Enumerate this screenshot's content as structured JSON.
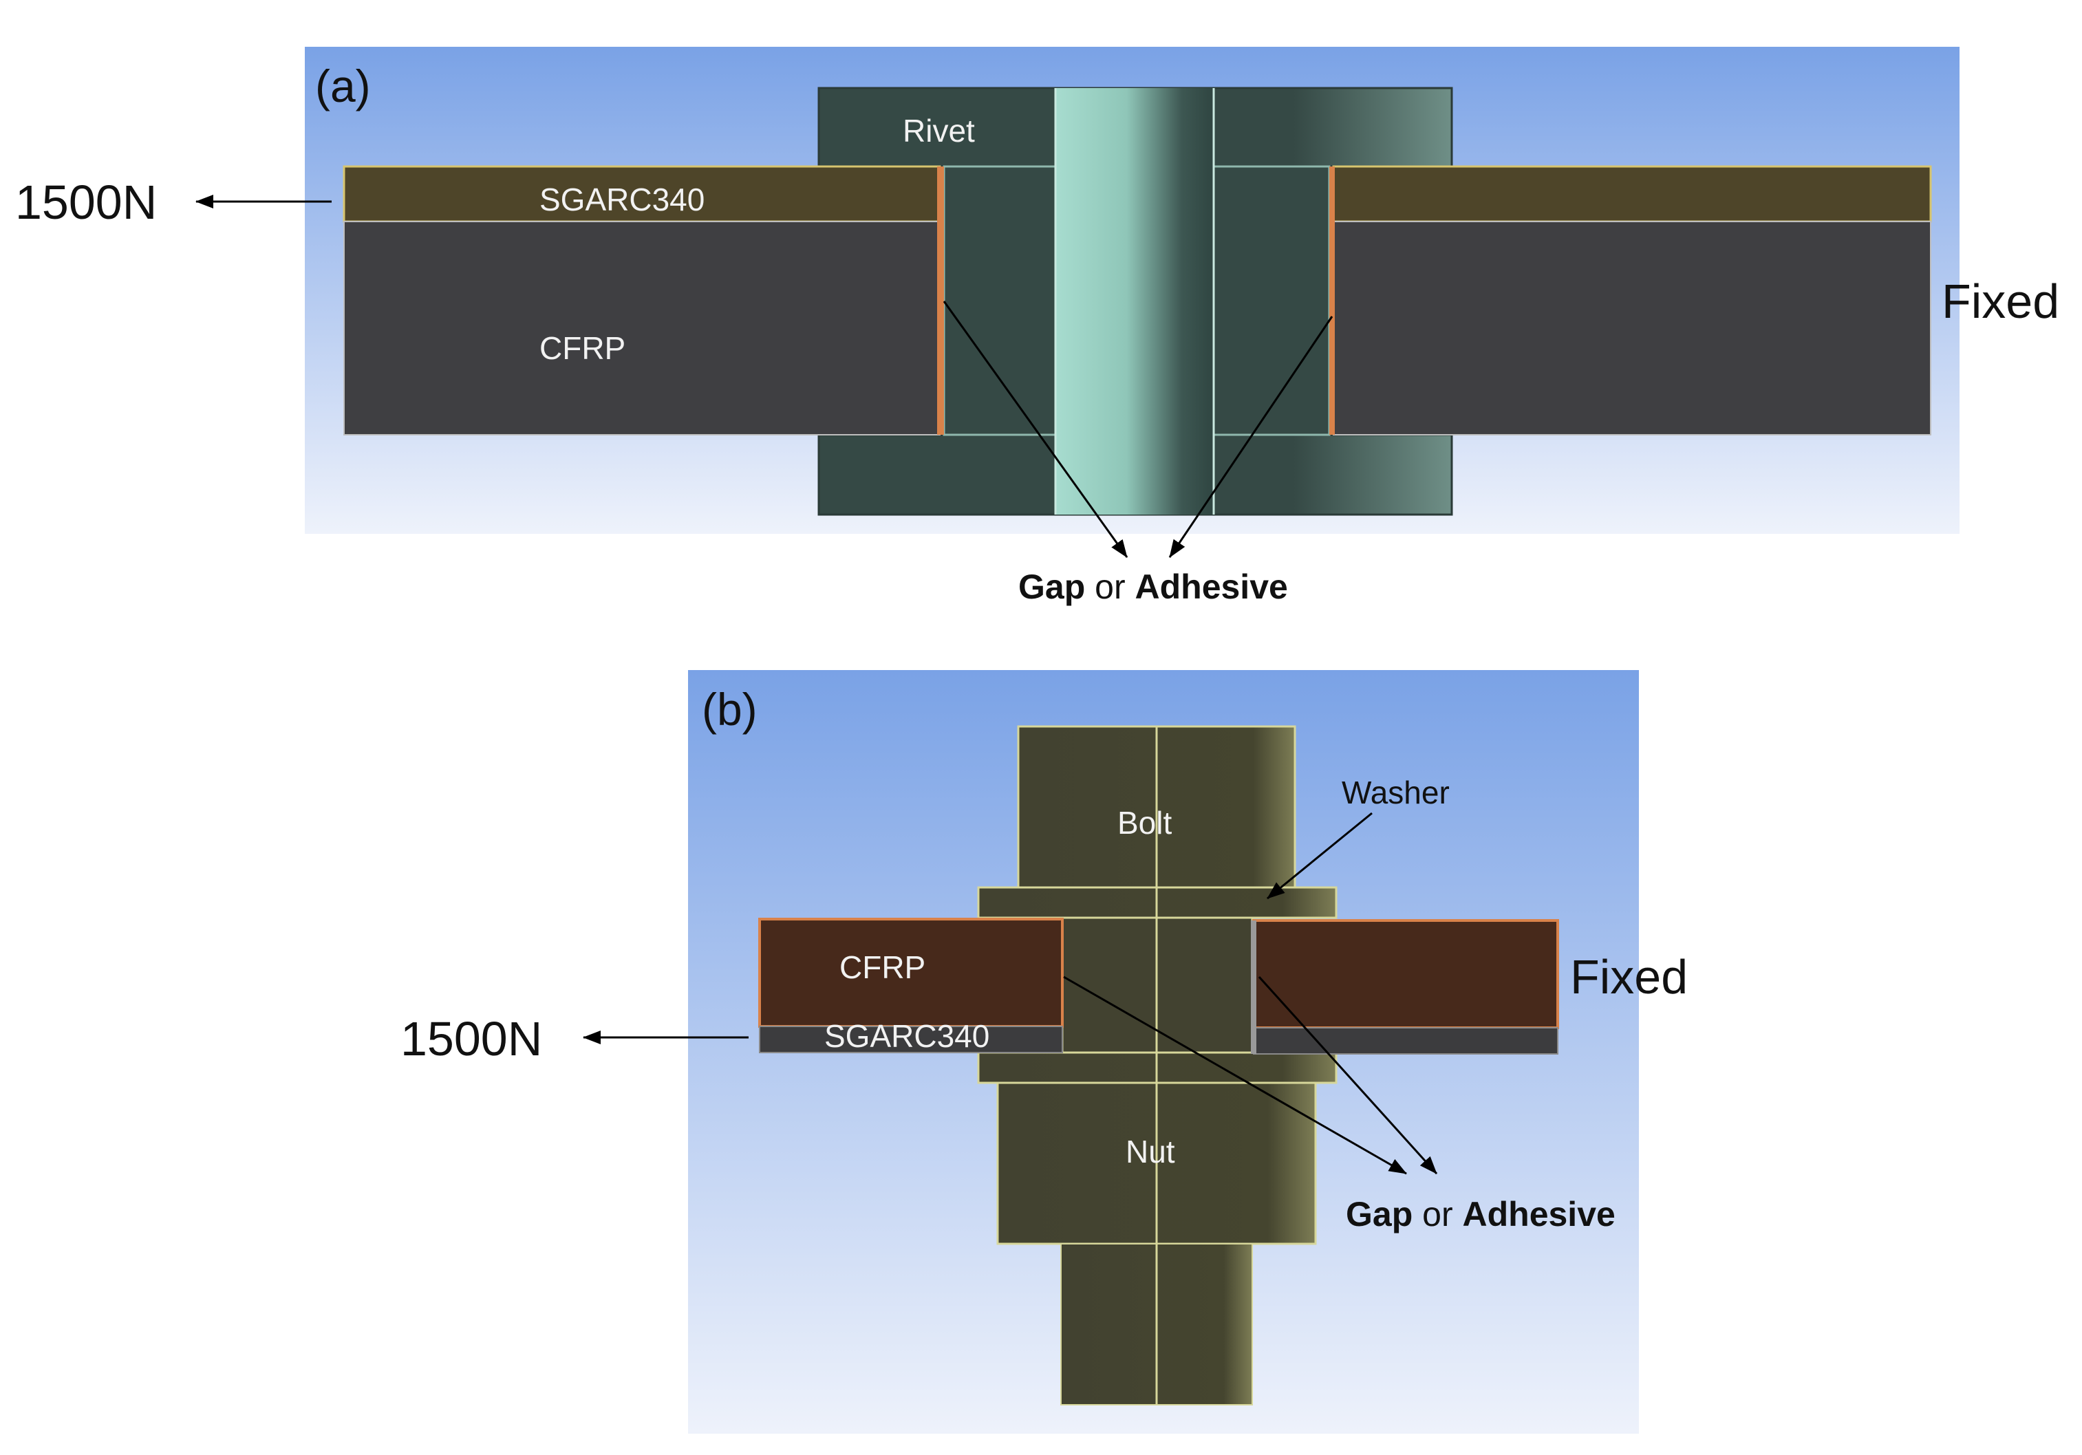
{
  "panels": [
    {
      "label": "(a)",
      "load": "1500N",
      "boundary": "Fixed",
      "parts": {
        "fastener": "Rivet",
        "top_layer": "SGARC340",
        "bottom_layer": "CFRP"
      },
      "callout": {
        "word1": "Gap",
        "connector": " or ",
        "word2": "Adhesive"
      }
    },
    {
      "label": "(b)",
      "load": "1500N",
      "boundary": "Fixed",
      "parts": {
        "bolt": "Bolt",
        "washer": "Washer",
        "top_layer": "CFRP",
        "bottom_layer": "SGARC340",
        "nut": "Nut"
      },
      "callout": {
        "word1": "Gap",
        "connector": " or ",
        "word2": "Adhesive"
      }
    }
  ],
  "colors": {
    "background_top": "#7aa2e6",
    "background_bottom": "#eef2fb",
    "steel_layer_a": "#4e4529",
    "cfrp_a": "#3f3f42",
    "rivet": "#354945",
    "rivet_shank": "#9fd3c5",
    "cfrp_b": "#47291b",
    "steel_layer_b": "#3c3c3e",
    "bolt": "#424230",
    "edge_highlight": "#d7c56f",
    "orange_edge": "#d9824a"
  }
}
